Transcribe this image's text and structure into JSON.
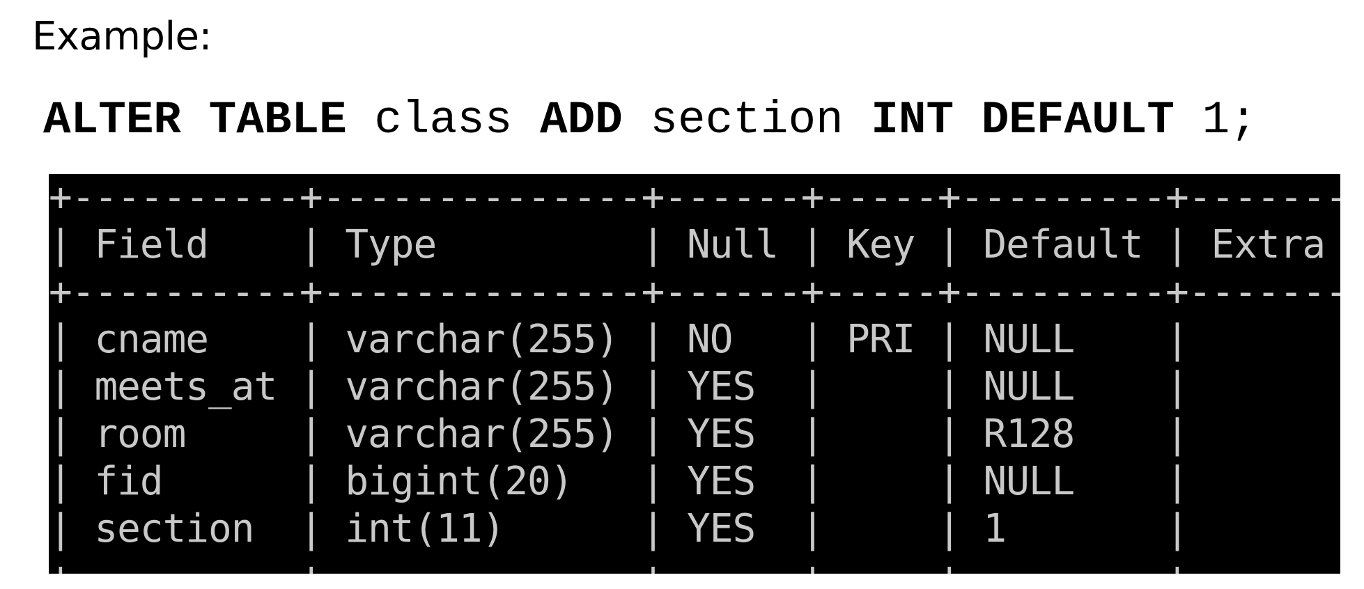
{
  "heading": "Example:",
  "sql": {
    "alter": "ALTER",
    "table": "TABLE",
    "table_name": "class",
    "add": "ADD",
    "column": "section",
    "int": "INT",
    "default_kw": "DEFAULT",
    "value": "1;"
  },
  "result_table": {
    "columns": [
      "Field",
      "Type",
      "Null",
      "Key",
      "Default",
      "Extra"
    ],
    "rows": [
      [
        "cname",
        "varchar(255)",
        "NO",
        "PRI",
        "NULL",
        ""
      ],
      [
        "meets_at",
        "varchar(255)",
        "YES",
        "",
        "NULL",
        ""
      ],
      [
        "room",
        "varchar(255)",
        "YES",
        "",
        "R128",
        ""
      ],
      [
        "fid",
        "bigint(20)",
        "YES",
        "",
        "NULL",
        ""
      ],
      [
        "section",
        "int(11)",
        "YES",
        "",
        "1",
        ""
      ]
    ]
  },
  "colors": {
    "terminal_bg": "#000000",
    "terminal_text": "#c8c8c8"
  }
}
